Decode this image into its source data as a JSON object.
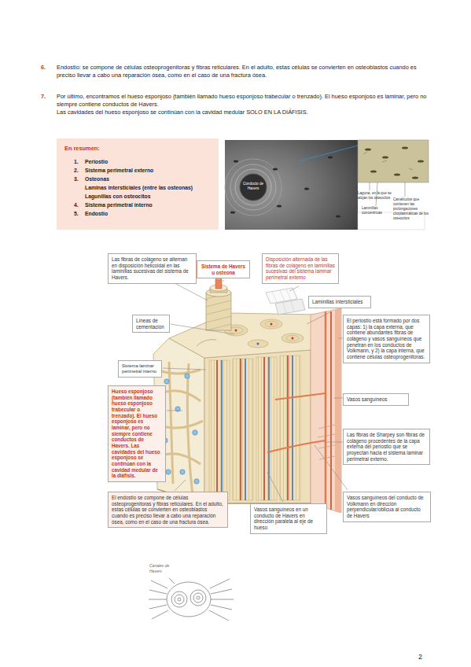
{
  "diagram": {
    "nodes": [
      {
        "text": [
          "En resumen:",
          "1.",
          "Periostio",
          "2.",
          "Sistema perimetral externo",
          "3.",
          "Osteonas",
          "Laminas intersticiales (entre las osteonas)",
          "Lagunillas con osteocitos",
          "4.",
          "Sistema perimetral interno",
          "5.",
          "Endostio"
        ]
      },
      {
        "text": [
          "Las fibras de colágeno se alternan en disposición helicoidal en las laminillas sucesivas del sistema de Havers."
        ]
      },
      {
        "text": [
          "Sistema de Havers u osteona"
        ]
      },
      {
        "text": [
          "Disposición alternada de las fibras de colágeno en laminillas sucesivas del sistema laminar perimetral externo"
        ]
      },
      {
        "text": [
          "Laminillas intersticiales"
        ]
      },
      {
        "text": [
          "Líneas de cementación"
        ]
      },
      {
        "text": [
          "El periostio está formado por dos capas: 1) la capa externa, que contiene abundantes fibras de colágeno y vasos sanguíneos que penetran en los conductos de Volkmann, y 2) la capa interna, que contiene células osteoprogenitoras."
        ]
      },
      {
        "text": [
          "Sistema laminar perimetral interno"
        ]
      },
      {
        "text": [
          "Hueso esponjoso (también llamado hueso esponjoso trabecular o trenzado). El hueso esponjoso es laminar, pero no siempre contiene conductos de Havers. Las cavidades del hueso esponjoso se continúan con la cavidad medular de la diáfisis."
        ]
      },
      {
        "text": [
          "Vasos sanguíneos"
        ]
      },
      {
        "text": [
          "Las fibras de Sharpey son fibras de colágeno procedentes de la capa externa del periostio que se proyectan hacia el sistema laminar perimetral externo."
        ]
      },
      {
        "text": [
          "El endostio se compone de células osteoprogenitoras y fibras reticulares. En el adulto, estas células se convierten en osteoblastos cuando es preciso llevar a cabo una reparación ósea, como en el caso de una fractura ósea."
        ]
      },
      {
        "text": [
          "Vasos sanguíneos en un conducto de Havers en dirección paralela al eje de hueso"
        ]
      },
      {
        "text": [
          "Vasos sanguíneos del conducto de Volkmann en dirección perpendicular/oblicua al conducto de Havers"
        ]
      }
    ],
    "labels": [
      "6.",
      "Endostio: se compone de células osteoprogenitoras y fibras reticulares. En el adulto, estas células se convierten en osteoblastos cuando es preciso llevar a cabo una reparación ósea, como en el caso de una fractura ósea.",
      "7.",
      "Por último, encontramos el hueso esponjoso (también llamado hueso esponjoso trabecular o trenzado). El hueso esponjoso es laminar, pero no siempre contiene conductos de Havers.",
      "Las cavidades del hueso esponjoso se continúan con la cavidad medular SOLO EN LA DIÁFISIS.",
      "Conducto de Havers",
      "Laguna, en la que se alojan los osteocitos",
      "Laminillas concéntricas",
      "Canalículos que contienen las prolongaciones citoplasmáticas de los osteocitos",
      "Canales de Havers",
      "2"
    ]
  }
}
